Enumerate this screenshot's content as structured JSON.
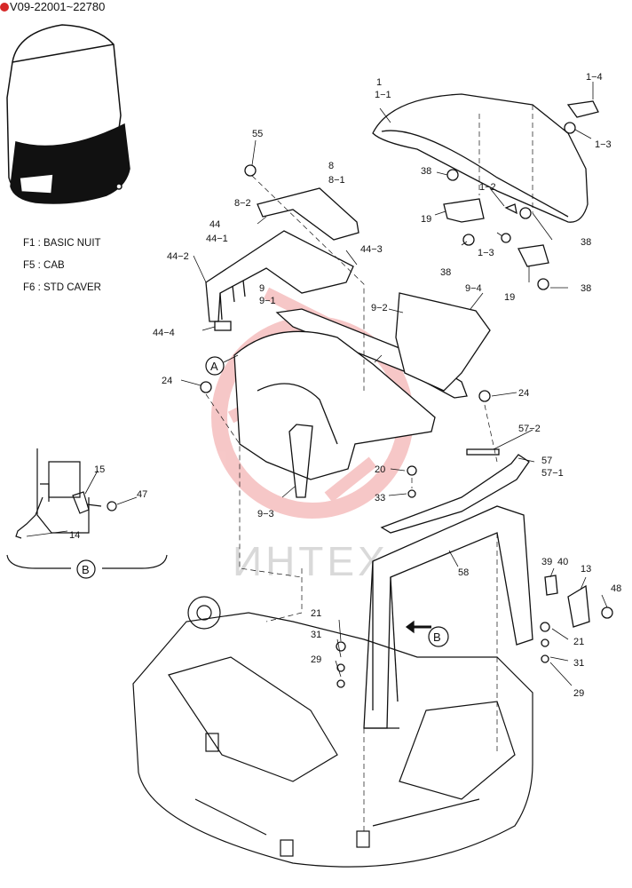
{
  "serial_range": "V09-22001~22780",
  "legend": [
    {
      "code": "F1",
      "text": "BASIC NUIT"
    },
    {
      "code": "F5",
      "text": "CAB"
    },
    {
      "code": "F6",
      "text": "STD CAVER"
    }
  ],
  "callouts": {
    "c1": "1",
    "c1_1": "1−1",
    "c1_2": "1−2",
    "c1_3a": "1−3",
    "c1_3b": "1−3",
    "c1_4": "1−4",
    "c8": "8",
    "c8_1": "8−1",
    "c8_2": "8−2",
    "c9": "9",
    "c9_1": "9−1",
    "c9_2": "9−2",
    "c9_3": "9−3",
    "c9_4": "9−4",
    "c13": "13",
    "c14": "14",
    "c15": "15",
    "c19a": "19",
    "c19b": "19",
    "c20": "20",
    "c21a": "21",
    "c21b": "21",
    "c24a": "24",
    "c24b": "24",
    "c29a": "29",
    "c29b": "29",
    "c31a": "31",
    "c31b": "31",
    "c33": "33",
    "c38a": "38",
    "c38b": "38",
    "c38c": "38",
    "c38d": "38",
    "c39": "39",
    "c40": "40",
    "c44": "44",
    "c44_1": "44−1",
    "c44_2": "44−2",
    "c44_3": "44−3",
    "c44_4": "44−4",
    "c47": "47",
    "c48": "48",
    "c55": "55",
    "c57": "57",
    "c57_1": "57−1",
    "c57_2": "57−2",
    "c58": "58"
  },
  "detail_markers": {
    "a": "A",
    "b_view": "B",
    "b_arrow": "B"
  },
  "watermark": "ИНТЕХ"
}
